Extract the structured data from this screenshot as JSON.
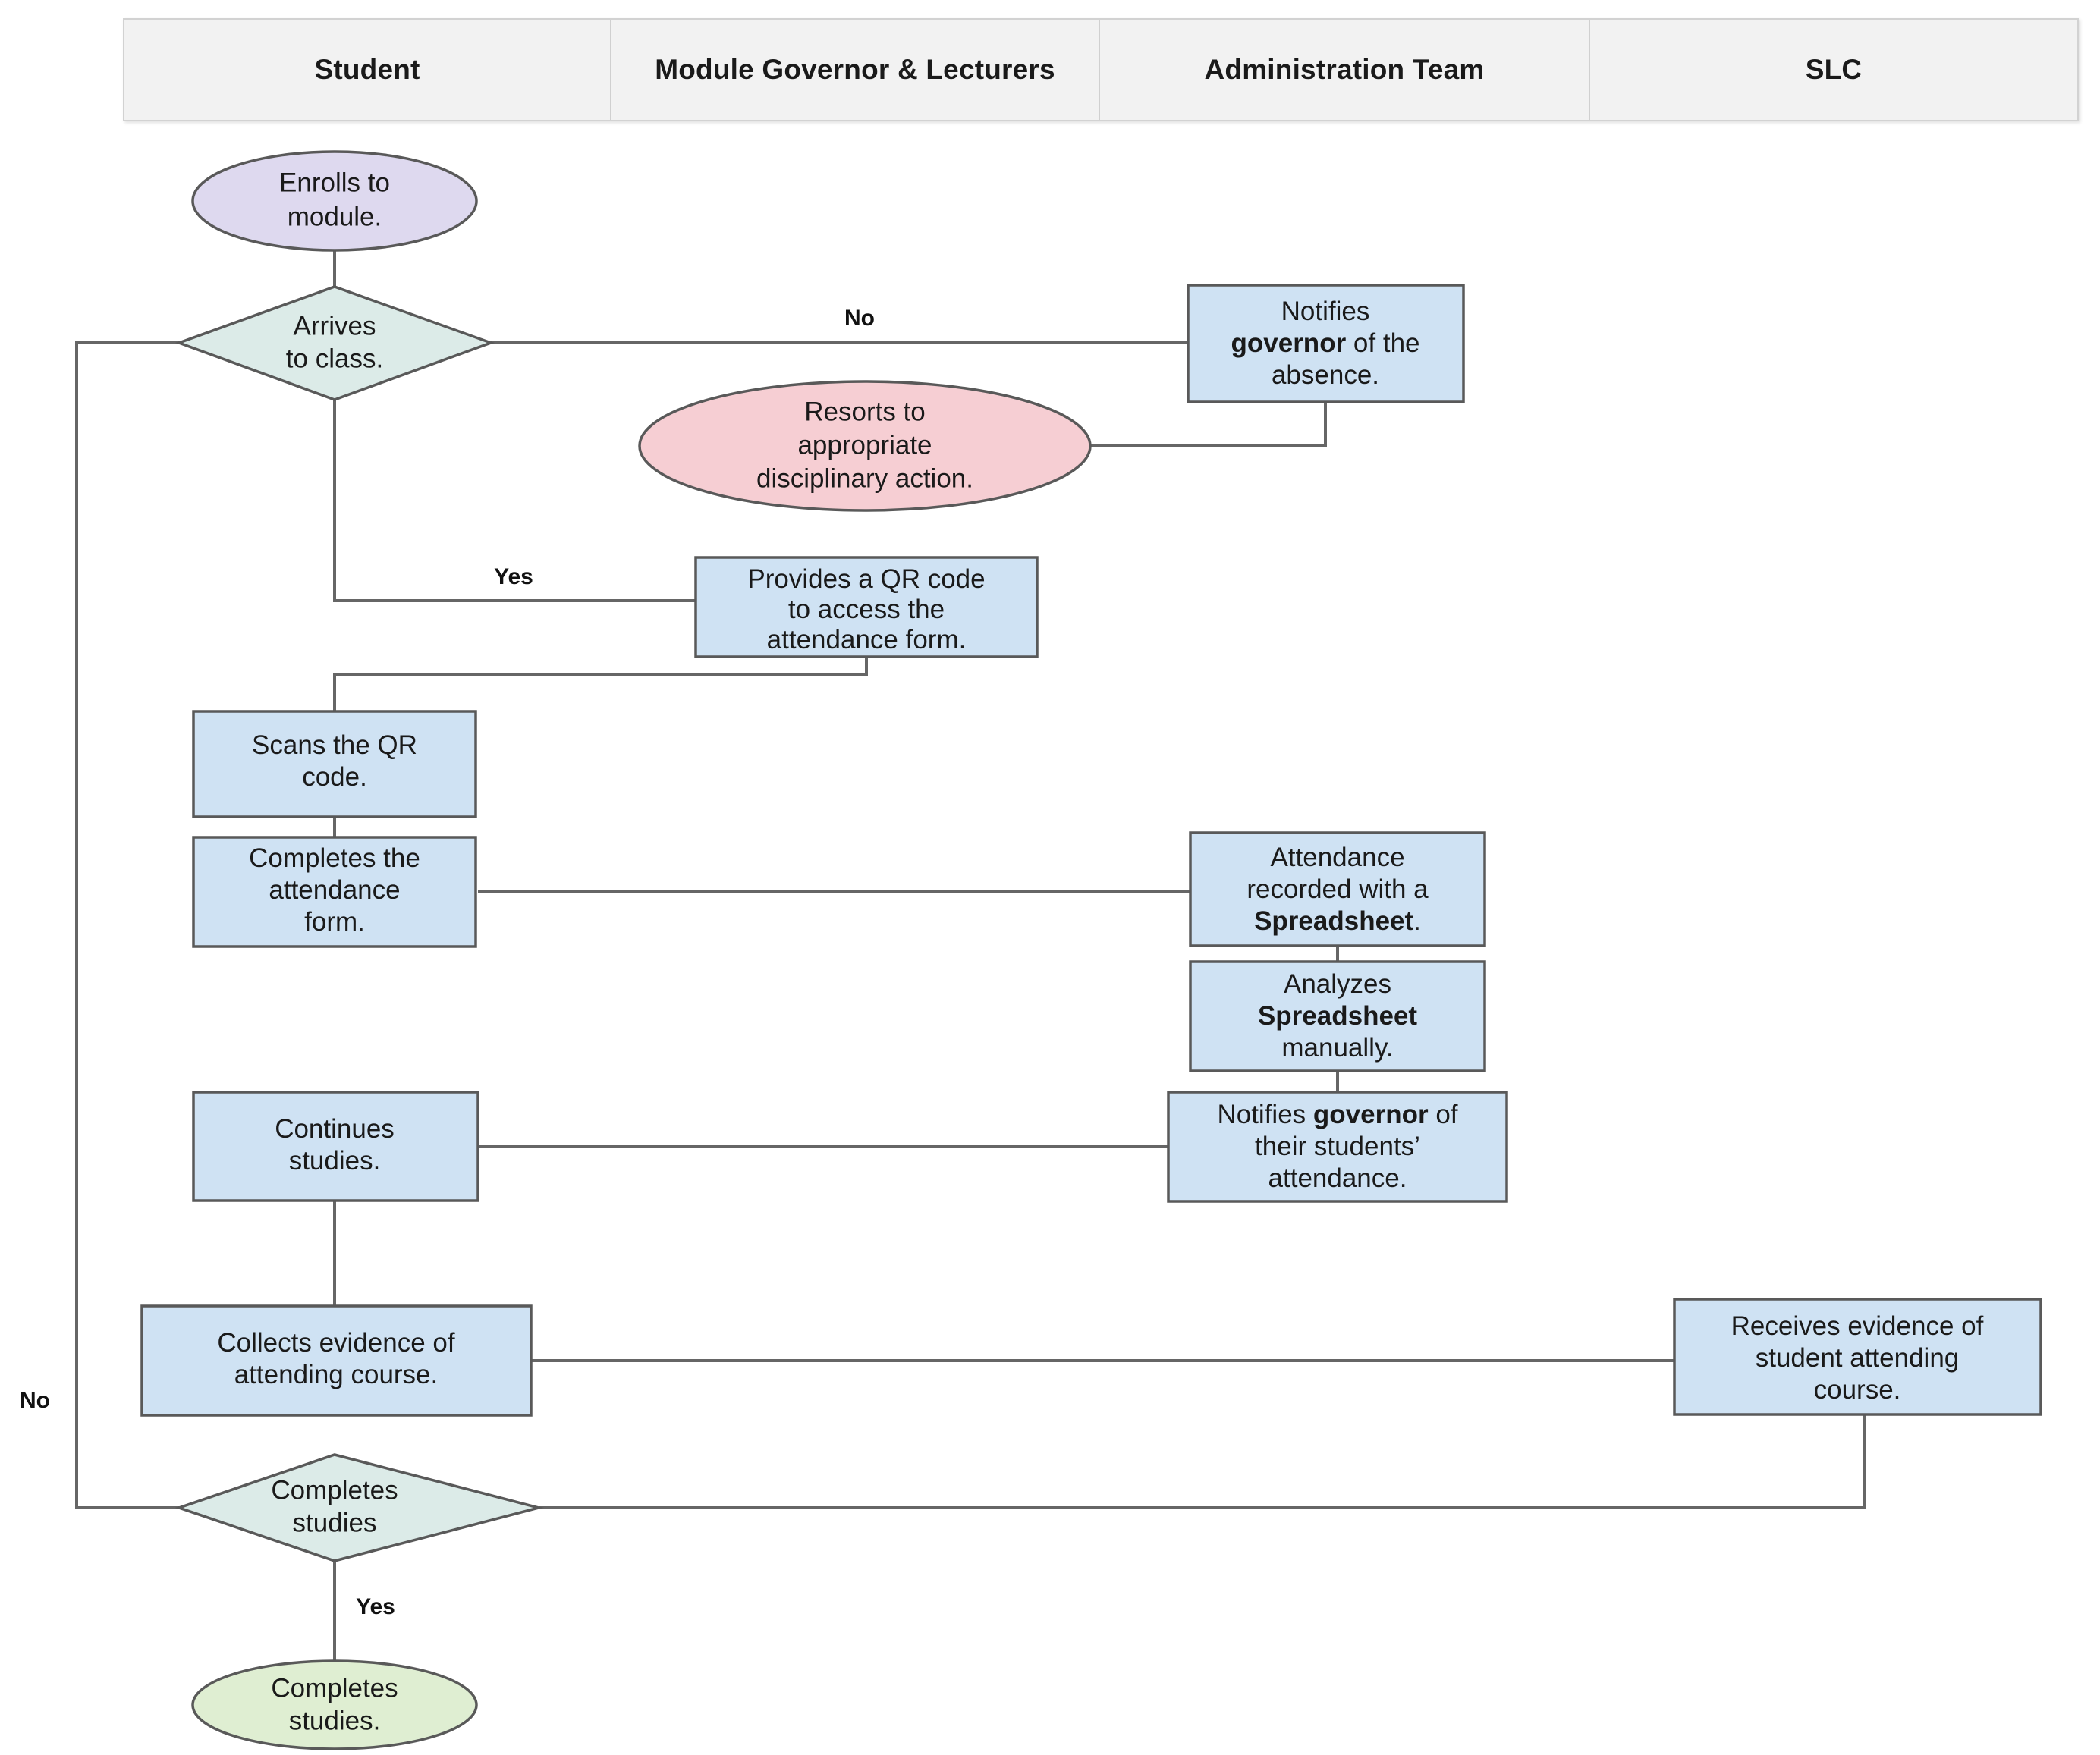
{
  "diagram": {
    "title": "Student attendance process swimlane flowchart",
    "type": "swimlane-flowchart"
  },
  "lanes": [
    {
      "id": "student",
      "label": "Student"
    },
    {
      "id": "governor",
      "label": "Module Governor & Lecturers"
    },
    {
      "id": "admin",
      "label": "Administration Team"
    },
    {
      "id": "slc",
      "label": "SLC"
    }
  ],
  "palette": {
    "start_fill": "#ded9ef",
    "end_fill": "#dfeed2",
    "decision_fill": "#dcebe8",
    "process_fill": "#cfe2f3",
    "alert_fill": "#f6ced3",
    "shape_stroke": "#595959",
    "connector": "#666666",
    "header_bg": "#f2f2f2"
  },
  "nodes": {
    "enrolls": {
      "shape": "ellipse",
      "lane": "student",
      "lines": [
        "Enrolls to",
        "module."
      ],
      "fill": "#ded9ef"
    },
    "arrives": {
      "shape": "diamond",
      "lane": "student",
      "lines": [
        "Arrives",
        "to class."
      ],
      "fill": "#dcebe8"
    },
    "notifies_absence": {
      "shape": "process",
      "lane": "admin",
      "lines": [
        [
          {
            "t": "Notifies",
            "b": false
          }
        ],
        [
          {
            "t": "governor",
            "b": true
          },
          {
            "t": " of the",
            "b": false
          }
        ],
        [
          {
            "t": "absence.",
            "b": false
          }
        ]
      ],
      "fill": "#cfe2f3"
    },
    "disciplinary": {
      "shape": "ellipse",
      "lane": "governor",
      "lines": [
        "Resorts to",
        "appropriate",
        "disciplinary action."
      ],
      "fill": "#f6ced3"
    },
    "qr_code": {
      "shape": "process",
      "lane": "governor",
      "lines": [
        [
          {
            "t": "Provides a QR code",
            "b": false
          }
        ],
        [
          {
            "t": "to access the",
            "b": false
          }
        ],
        [
          {
            "t": "attendance form.",
            "b": false
          }
        ]
      ],
      "fill": "#cfe2f3"
    },
    "scans_qr": {
      "shape": "process",
      "lane": "student",
      "lines": [
        [
          {
            "t": "Scans the QR",
            "b": false
          }
        ],
        [
          {
            "t": "code.",
            "b": false
          }
        ]
      ],
      "fill": "#cfe2f3"
    },
    "completes_form": {
      "shape": "process",
      "lane": "student",
      "lines": [
        [
          {
            "t": "Completes the",
            "b": false
          }
        ],
        [
          {
            "t": "attendance",
            "b": false
          }
        ],
        [
          {
            "t": "form.",
            "b": false
          }
        ]
      ],
      "fill": "#cfe2f3"
    },
    "attendance_recorded": {
      "shape": "process",
      "lane": "admin",
      "lines": [
        [
          {
            "t": "Attendance",
            "b": false
          }
        ],
        [
          {
            "t": "recorded with a",
            "b": false
          }
        ],
        [
          {
            "t": "Spreadsheet",
            "b": true
          },
          {
            "t": ".",
            "b": false
          }
        ]
      ],
      "fill": "#cfe2f3"
    },
    "analyzes": {
      "shape": "process",
      "lane": "admin",
      "lines": [
        [
          {
            "t": "Analyzes",
            "b": false
          }
        ],
        [
          {
            "t": "Spreadsheet",
            "b": true
          }
        ],
        [
          {
            "t": "manually.",
            "b": false
          }
        ]
      ],
      "fill": "#cfe2f3"
    },
    "notifies_attendance": {
      "shape": "process",
      "lane": "admin",
      "lines": [
        [
          {
            "t": "Notifies ",
            "b": false
          },
          {
            "t": "governor",
            "b": true
          },
          {
            "t": " of",
            "b": false
          }
        ],
        [
          {
            "t": "their students’",
            "b": false
          }
        ],
        [
          {
            "t": "attendance.",
            "b": false
          }
        ]
      ],
      "fill": "#cfe2f3"
    },
    "continues_studies": {
      "shape": "process",
      "lane": "student",
      "lines": [
        [
          {
            "t": "Continues",
            "b": false
          }
        ],
        [
          {
            "t": "studies.",
            "b": false
          }
        ]
      ],
      "fill": "#cfe2f3"
    },
    "collects_evidence": {
      "shape": "process",
      "lane": "student",
      "lines": [
        [
          {
            "t": "Collects evidence of",
            "b": false
          }
        ],
        [
          {
            "t": "attending course.",
            "b": false
          }
        ]
      ],
      "fill": "#cfe2f3"
    },
    "receives_evidence": {
      "shape": "process",
      "lane": "slc",
      "lines": [
        [
          {
            "t": "Receives evidence of",
            "b": false
          }
        ],
        [
          {
            "t": "student attending",
            "b": false
          }
        ],
        [
          {
            "t": "course.",
            "b": false
          }
        ]
      ],
      "fill": "#cfe2f3"
    },
    "completes_decision": {
      "shape": "diamond",
      "lane": "student",
      "lines": [
        "Completes",
        "studies"
      ],
      "fill": "#dcebe8"
    },
    "completes_end": {
      "shape": "ellipse",
      "lane": "student",
      "lines": [
        "Completes",
        "studies."
      ],
      "fill": "#dfeed2"
    }
  },
  "edge_labels": {
    "arrives_no": "No",
    "arrives_yes": "Yes",
    "completes_no": "No",
    "completes_yes": "Yes"
  }
}
